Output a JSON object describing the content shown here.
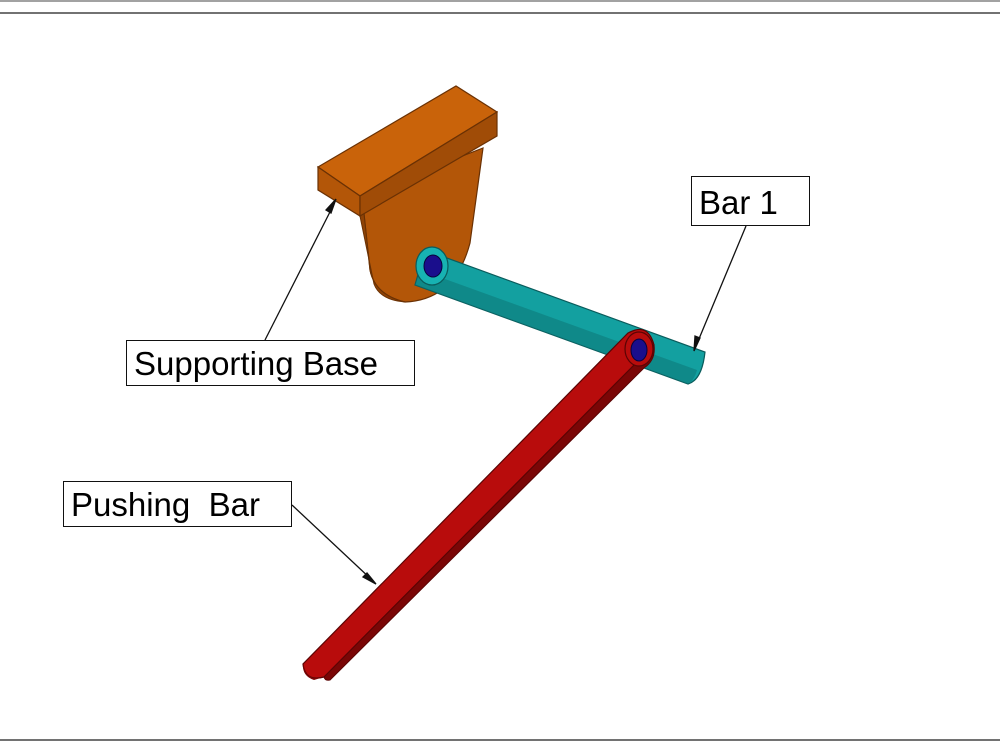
{
  "labels": {
    "supporting_base": "Supporting Base",
    "bar1": "Bar 1",
    "pushing_bar": "Pushing  Bar"
  },
  "colors": {
    "base_top": "#c9630a",
    "base_front": "#b35608",
    "base_side": "#8f4306",
    "bar1_body": "#13a0a0",
    "bar1_dark": "#0c7777",
    "pin": "#1a0e8c",
    "pushing_bar": "#b80c0c",
    "pushing_bar_dark": "#7a0606",
    "frame": "#444444",
    "leader": "#111111"
  }
}
